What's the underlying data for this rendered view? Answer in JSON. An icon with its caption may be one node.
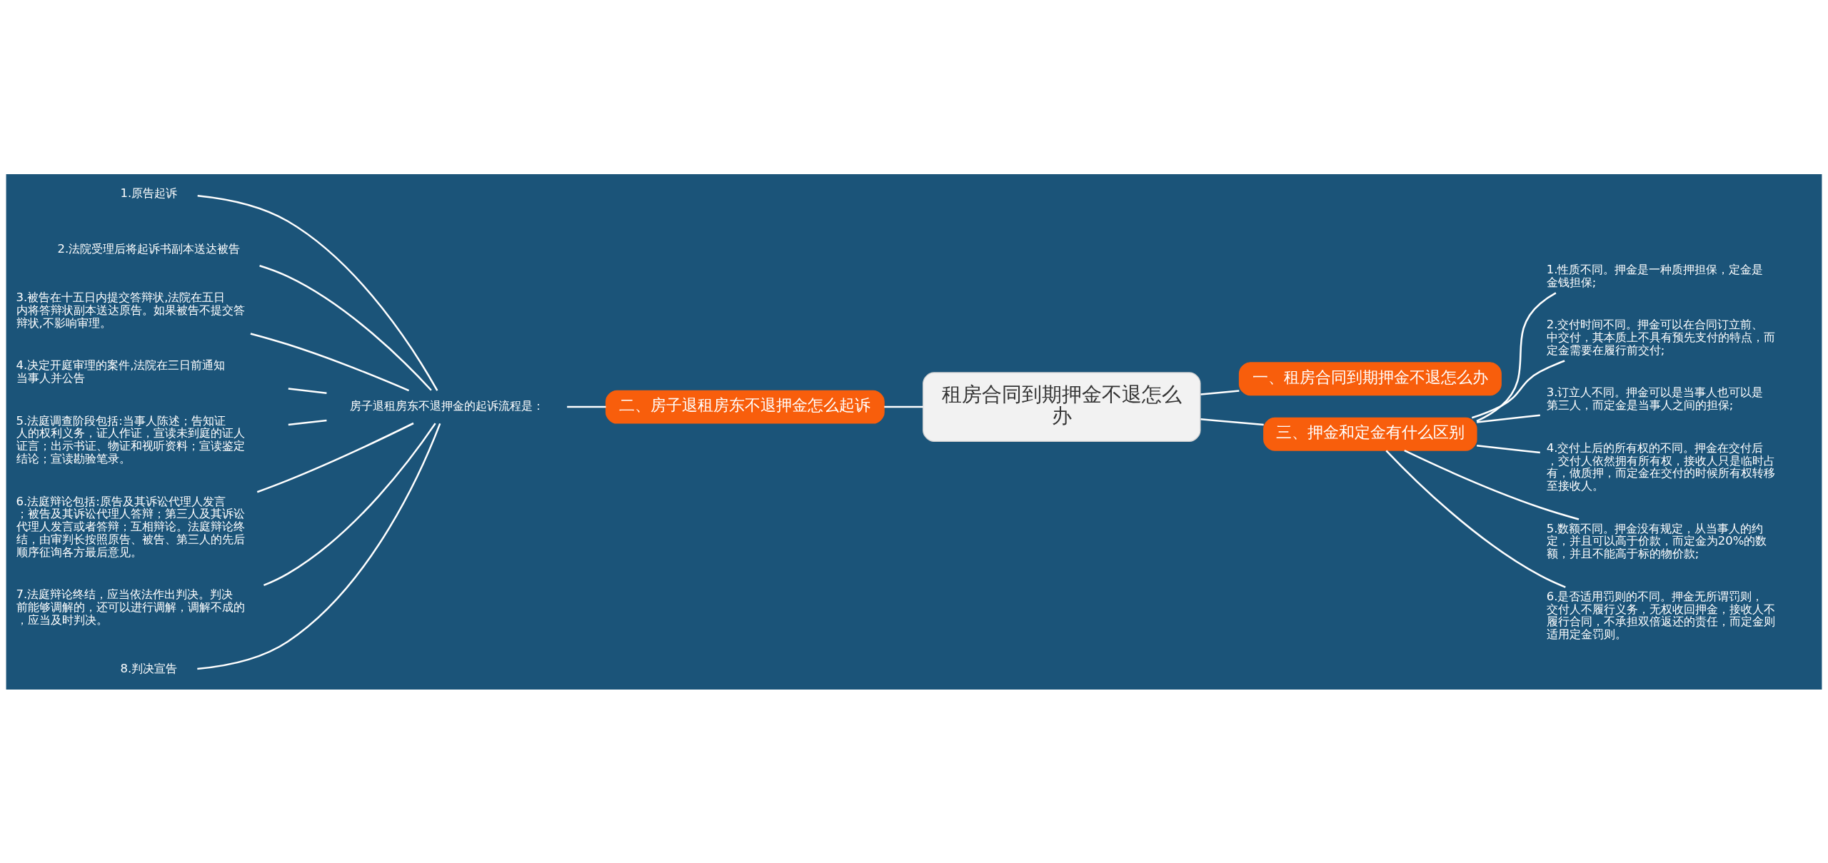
{
  "diagram": {
    "nodes": [
      {
        "text": [
          "租房合同到期押金不退怎么办"
        ]
      },
      {
        "text": [
          "一、租房合同到期押金不退怎么办"
        ]
      },
      {
        "text": [
          "三、押金和定金有什么区别"
        ]
      },
      {
        "text": [
          "1.性质不同。押金是一种质押担保，定金是金钱担保;"
        ]
      },
      {
        "text": [
          "2.交付时间不同。押金可以在合同订立前、中交付，其本质上不具有预先支付的特点，而定金需要在履行前交付;"
        ]
      },
      {
        "text": [
          "3.订立人不同。押金可以是当事人也可以是第三人，而定金是当事人之间的担保;"
        ]
      },
      {
        "text": [
          "4.交付上后的所有权的不同。押金在交付后，交付人依然拥有所有权，接收人只是临时占有，做质押，而定金在交付的时候所有权转移至接收人。"
        ]
      },
      {
        "text": [
          "5.数额不同。押金没有规定，从当事人的约定，并且可以高于价款，而定金为20%的数额，并且不能高于标的物价款;"
        ]
      },
      {
        "text": [
          "6.是否适用罚则的不同。押金无所谓罚则，交付人不履行义务，无权收回押金，接收人不履行合同，不承担双倍返还的责任，而定金则适用定金罚则。"
        ]
      },
      {
        "text": [
          "二、房子退租房东不退押金怎么起诉"
        ]
      },
      {
        "text": [
          "房子退租房东不退押金的起诉流程是："
        ]
      },
      {
        "text": [
          "1.原告起诉"
        ]
      },
      {
        "text": [
          "2.法院受理后将起诉书副本送达被告"
        ]
      },
      {
        "text": [
          "3.被告在十五日内提交答辩状,法院在五日内将答辩状副本送达原告。如果被告不提交答辩状,不影响审理。"
        ]
      },
      {
        "text": [
          "4.决定开庭审理的案件,法院在三日前通知当事人并公告"
        ]
      },
      {
        "text": [
          "5.法庭调查阶段包括:当事人陈述；告知证人的权利义务，证人作证，宣读未到庭的证人证言；出示书证、物证和视听资料；宣读鉴定结论；宣读勘验笔录。"
        ]
      },
      {
        "text": [
          "6.法庭辩论包括:原告及其诉讼代理人发言；被告及其诉讼代理人答辩；第三人及其诉讼代理人发言或者答辩；互相辩论。法庭辩论终结，由审判长按照原告、被告、第三人的先后顺序征询各方最后意见。"
        ]
      },
      {
        "text": [
          "7.法庭辩论终结，应当依法作出判决。判决前能够调解的，还可以进行调解，调解不成的，应当及时判决。"
        ]
      },
      {
        "text": [
          "8.判决宣告"
        ]
      }
    ],
    "edges": [
      {
        "from": 0,
        "to": 1,
        "arrow": "none"
      },
      {
        "from": 0,
        "to": 2,
        "arrow": "none"
      },
      {
        "from": 2,
        "to": 3,
        "arrow": "none"
      },
      {
        "from": 2,
        "to": 4,
        "arrow": "none"
      },
      {
        "from": 2,
        "to": 5,
        "arrow": "none"
      },
      {
        "from": 2,
        "to": 6,
        "arrow": "none"
      },
      {
        "from": 2,
        "to": 7,
        "arrow": "none"
      },
      {
        "from": 2,
        "to": 8,
        "arrow": "none"
      },
      {
        "from": 9,
        "to": 0,
        "arrow": "none"
      },
      {
        "from": 10,
        "to": 9,
        "arrow": "none"
      },
      {
        "from": 11,
        "to": 10,
        "arrow": "none"
      },
      {
        "from": 12,
        "to": 10,
        "arrow": "none"
      },
      {
        "from": 13,
        "to": 10,
        "arrow": "none"
      },
      {
        "from": 14,
        "to": 10,
        "arrow": "none"
      },
      {
        "from": 15,
        "to": 10,
        "arrow": "none"
      },
      {
        "from": 16,
        "to": 10,
        "arrow": "none"
      },
      {
        "from": 17,
        "to": 10,
        "arrow": "none"
      },
      {
        "from": 18,
        "to": 10,
        "arrow": "none"
      }
    ]
  }
}
